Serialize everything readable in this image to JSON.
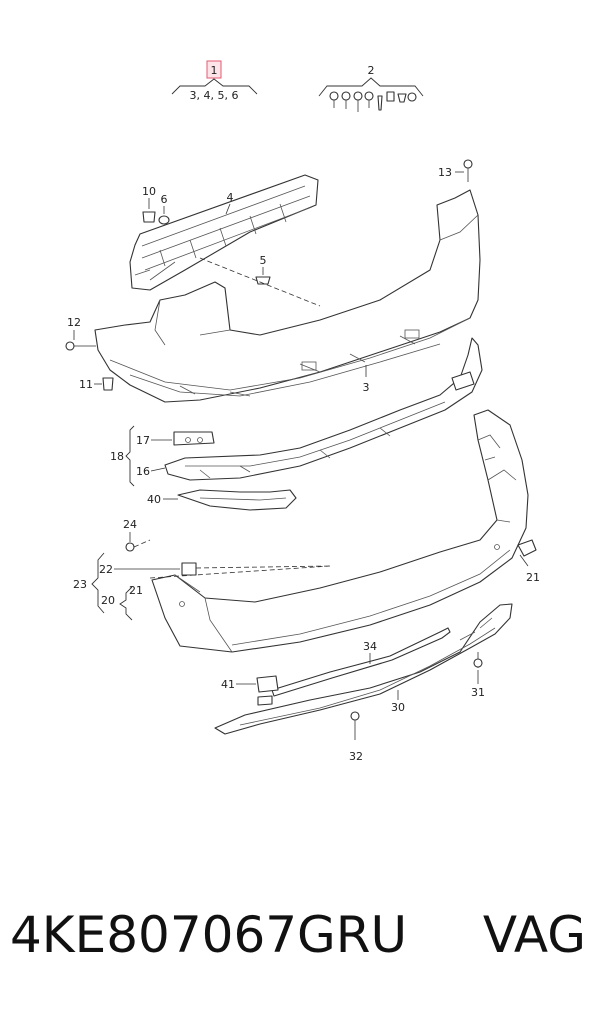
{
  "diagram": {
    "group_label_1": "1",
    "group_sub_1": "3, 4, 5, 6",
    "group_label_2": "2",
    "callouts": {
      "c3": "3",
      "c4": "4",
      "c5": "5",
      "c6": "6",
      "c10": "10",
      "c11": "11",
      "c12": "12",
      "c13": "13",
      "c16": "16",
      "c17": "17",
      "c18": "18",
      "c20": "20",
      "c21a": "21",
      "c21b": "21",
      "c22": "22",
      "c23": "23",
      "c24": "24",
      "c30": "30",
      "c31": "31",
      "c32": "32",
      "c34": "34",
      "c40": "40",
      "c41": "41"
    },
    "highlight_color": "#e25a72"
  },
  "footer": {
    "part_number": "4KE807067GRU",
    "brand": "VAG"
  }
}
